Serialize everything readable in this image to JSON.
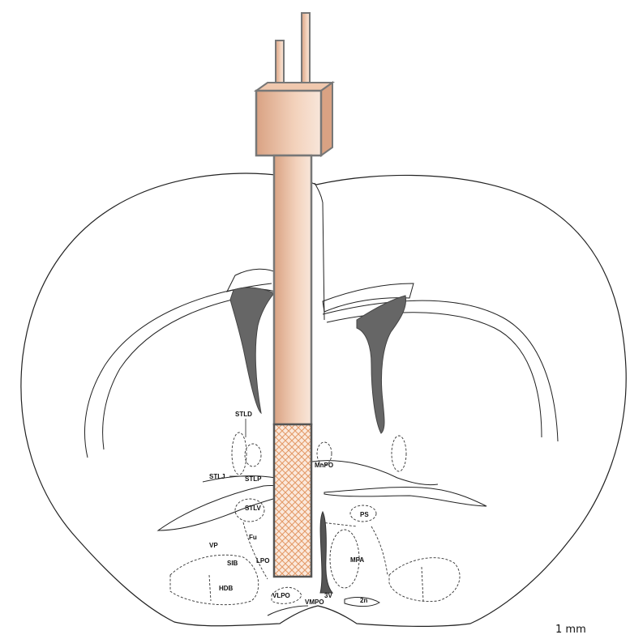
{
  "figure": {
    "scale_bar_label": "1 mm",
    "colors": {
      "outline": "#222222",
      "ventricle": "#666666",
      "probe_fill": "#e8b89a",
      "probe_stroke": "#777777",
      "mesh": "#e8a070"
    }
  },
  "regions": {
    "stld": "STLD",
    "stlj": "STLJ",
    "stlp": "STLP",
    "stlv": "STLV",
    "mnpo": "MnPO",
    "ps": "PS",
    "vp": "VP",
    "fu": "Fu",
    "sib": "SIB",
    "lpo": "LPO",
    "mpa": "MPA",
    "hdb": "HDB",
    "vlpo": "VLPO",
    "vmpo": "VMPO",
    "third_ventricle": "3V",
    "optic_tract": "2n"
  }
}
